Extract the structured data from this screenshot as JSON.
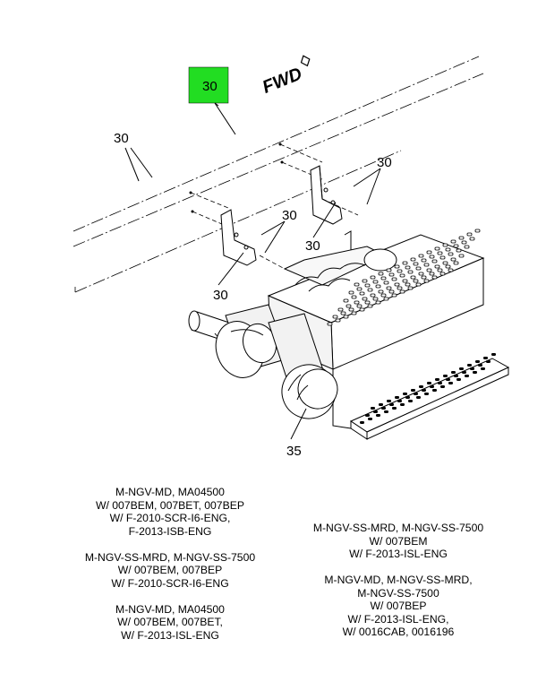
{
  "diagram": {
    "fwd_label": "FWD",
    "callouts": {
      "highlighted": "30",
      "rail_left": "30",
      "bracket_right_a": "30",
      "bracket_right_b": "30",
      "bracket_left_a": "30",
      "bracket_left_b": "30",
      "dpf": "35"
    },
    "highlight_color": "#22dd22"
  },
  "notes_left": [
    {
      "lines": [
        "M-NGV-MD, MA04500",
        "W/ 007BEM, 007BET, 007BEP",
        "W/ F-2010-SCR-I6-ENG,",
        "F-2013-ISB-ENG"
      ]
    },
    {
      "lines": [
        "M-NGV-SS-MRD, M-NGV-SS-7500",
        "W/ 007BEM, 007BEP",
        "W/ F-2010-SCR-I6-ENG"
      ]
    },
    {
      "lines": [
        "M-NGV-MD, MA04500",
        "W/ 007BEM, 007BET,",
        "W/ F-2013-ISL-ENG"
      ]
    }
  ],
  "notes_right": [
    {
      "lines": [
        "M-NGV-SS-MRD, M-NGV-SS-7500",
        "W/ 007BEM",
        "W/ F-2013-ISL-ENG"
      ]
    },
    {
      "lines": [
        "M-NGV-MD, M-NGV-SS-MRD,",
        "M-NGV-SS-7500",
        "W/ 007BEP",
        "W/ F-2013-ISL-ENG,",
        "W/ 0016CAB, 0016196"
      ]
    }
  ]
}
